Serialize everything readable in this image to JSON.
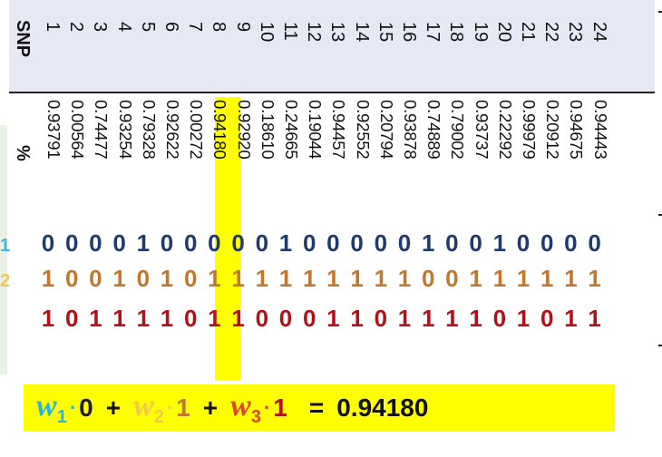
{
  "table": {
    "snp_header": "SNP",
    "pct_header": "%",
    "snps": [
      "1",
      "2",
      "3",
      "4",
      "5",
      "6",
      "7",
      "8",
      "9",
      "10",
      "11",
      "12",
      "13",
      "14",
      "15",
      "16",
      "17",
      "18",
      "19",
      "20",
      "21",
      "22",
      "23",
      "24"
    ],
    "percentages": [
      "0.93791",
      "0.00564",
      "0.74477",
      "0.93254",
      "0.79328",
      "0.92622",
      "0.00272",
      "0.94180",
      "0.92920",
      "0.18610",
      "0.24665",
      "0.19044",
      "0.94457",
      "0.92552",
      "0.20794",
      "0.93878",
      "0.74889",
      "0.79002",
      "0.93737",
      "0.22292",
      "0.99979",
      "0.20912",
      "0.94675",
      "0.94443"
    ],
    "highlight_index": 7,
    "rows": [
      {
        "label": "1",
        "color": "#1f3b6e",
        "label_color": "#3fb7e0",
        "bits": [
          "0",
          "0",
          "0",
          "0",
          "1",
          "0",
          "0",
          "0",
          "0",
          "0",
          "1",
          "0",
          "0",
          "0",
          "0",
          "0",
          "1",
          "0",
          "0",
          "1",
          "0",
          "0",
          "0",
          "0"
        ]
      },
      {
        "label": "2",
        "color": "#c2772f",
        "label_color": "#f5c451",
        "bits": [
          "1",
          "0",
          "0",
          "1",
          "0",
          "1",
          "0",
          "1",
          "1",
          "1",
          "1",
          "1",
          "1",
          "1",
          "1",
          "1",
          "0",
          "0",
          "1",
          "1",
          "1",
          "1",
          "1",
          "1"
        ]
      },
      {
        "label": "",
        "color": "#b01218",
        "label_color": "#e0452a",
        "bits": [
          "1",
          "0",
          "1",
          "1",
          "1",
          "1",
          "0",
          "1",
          "1",
          "0",
          "0",
          "0",
          "1",
          "1",
          "0",
          "1",
          "1",
          "1",
          "1",
          "0",
          "1",
          "0",
          "1",
          "1"
        ]
      }
    ]
  },
  "formula": {
    "w_symbol": "w",
    "w1_sub": "1",
    "w2_sub": "2",
    "w3_sub": "3",
    "dot": "·",
    "v1": "0",
    "v2": "1",
    "v3": "1",
    "plus": "+",
    "equals": "=",
    "result": "0.94180",
    "colors": {
      "w1": "#2ab3e0",
      "w2": "#f5c451",
      "w3": "#e0452a",
      "v2": "#c2772f",
      "v3": "#b01218",
      "v1": "#1f1f1f"
    }
  }
}
